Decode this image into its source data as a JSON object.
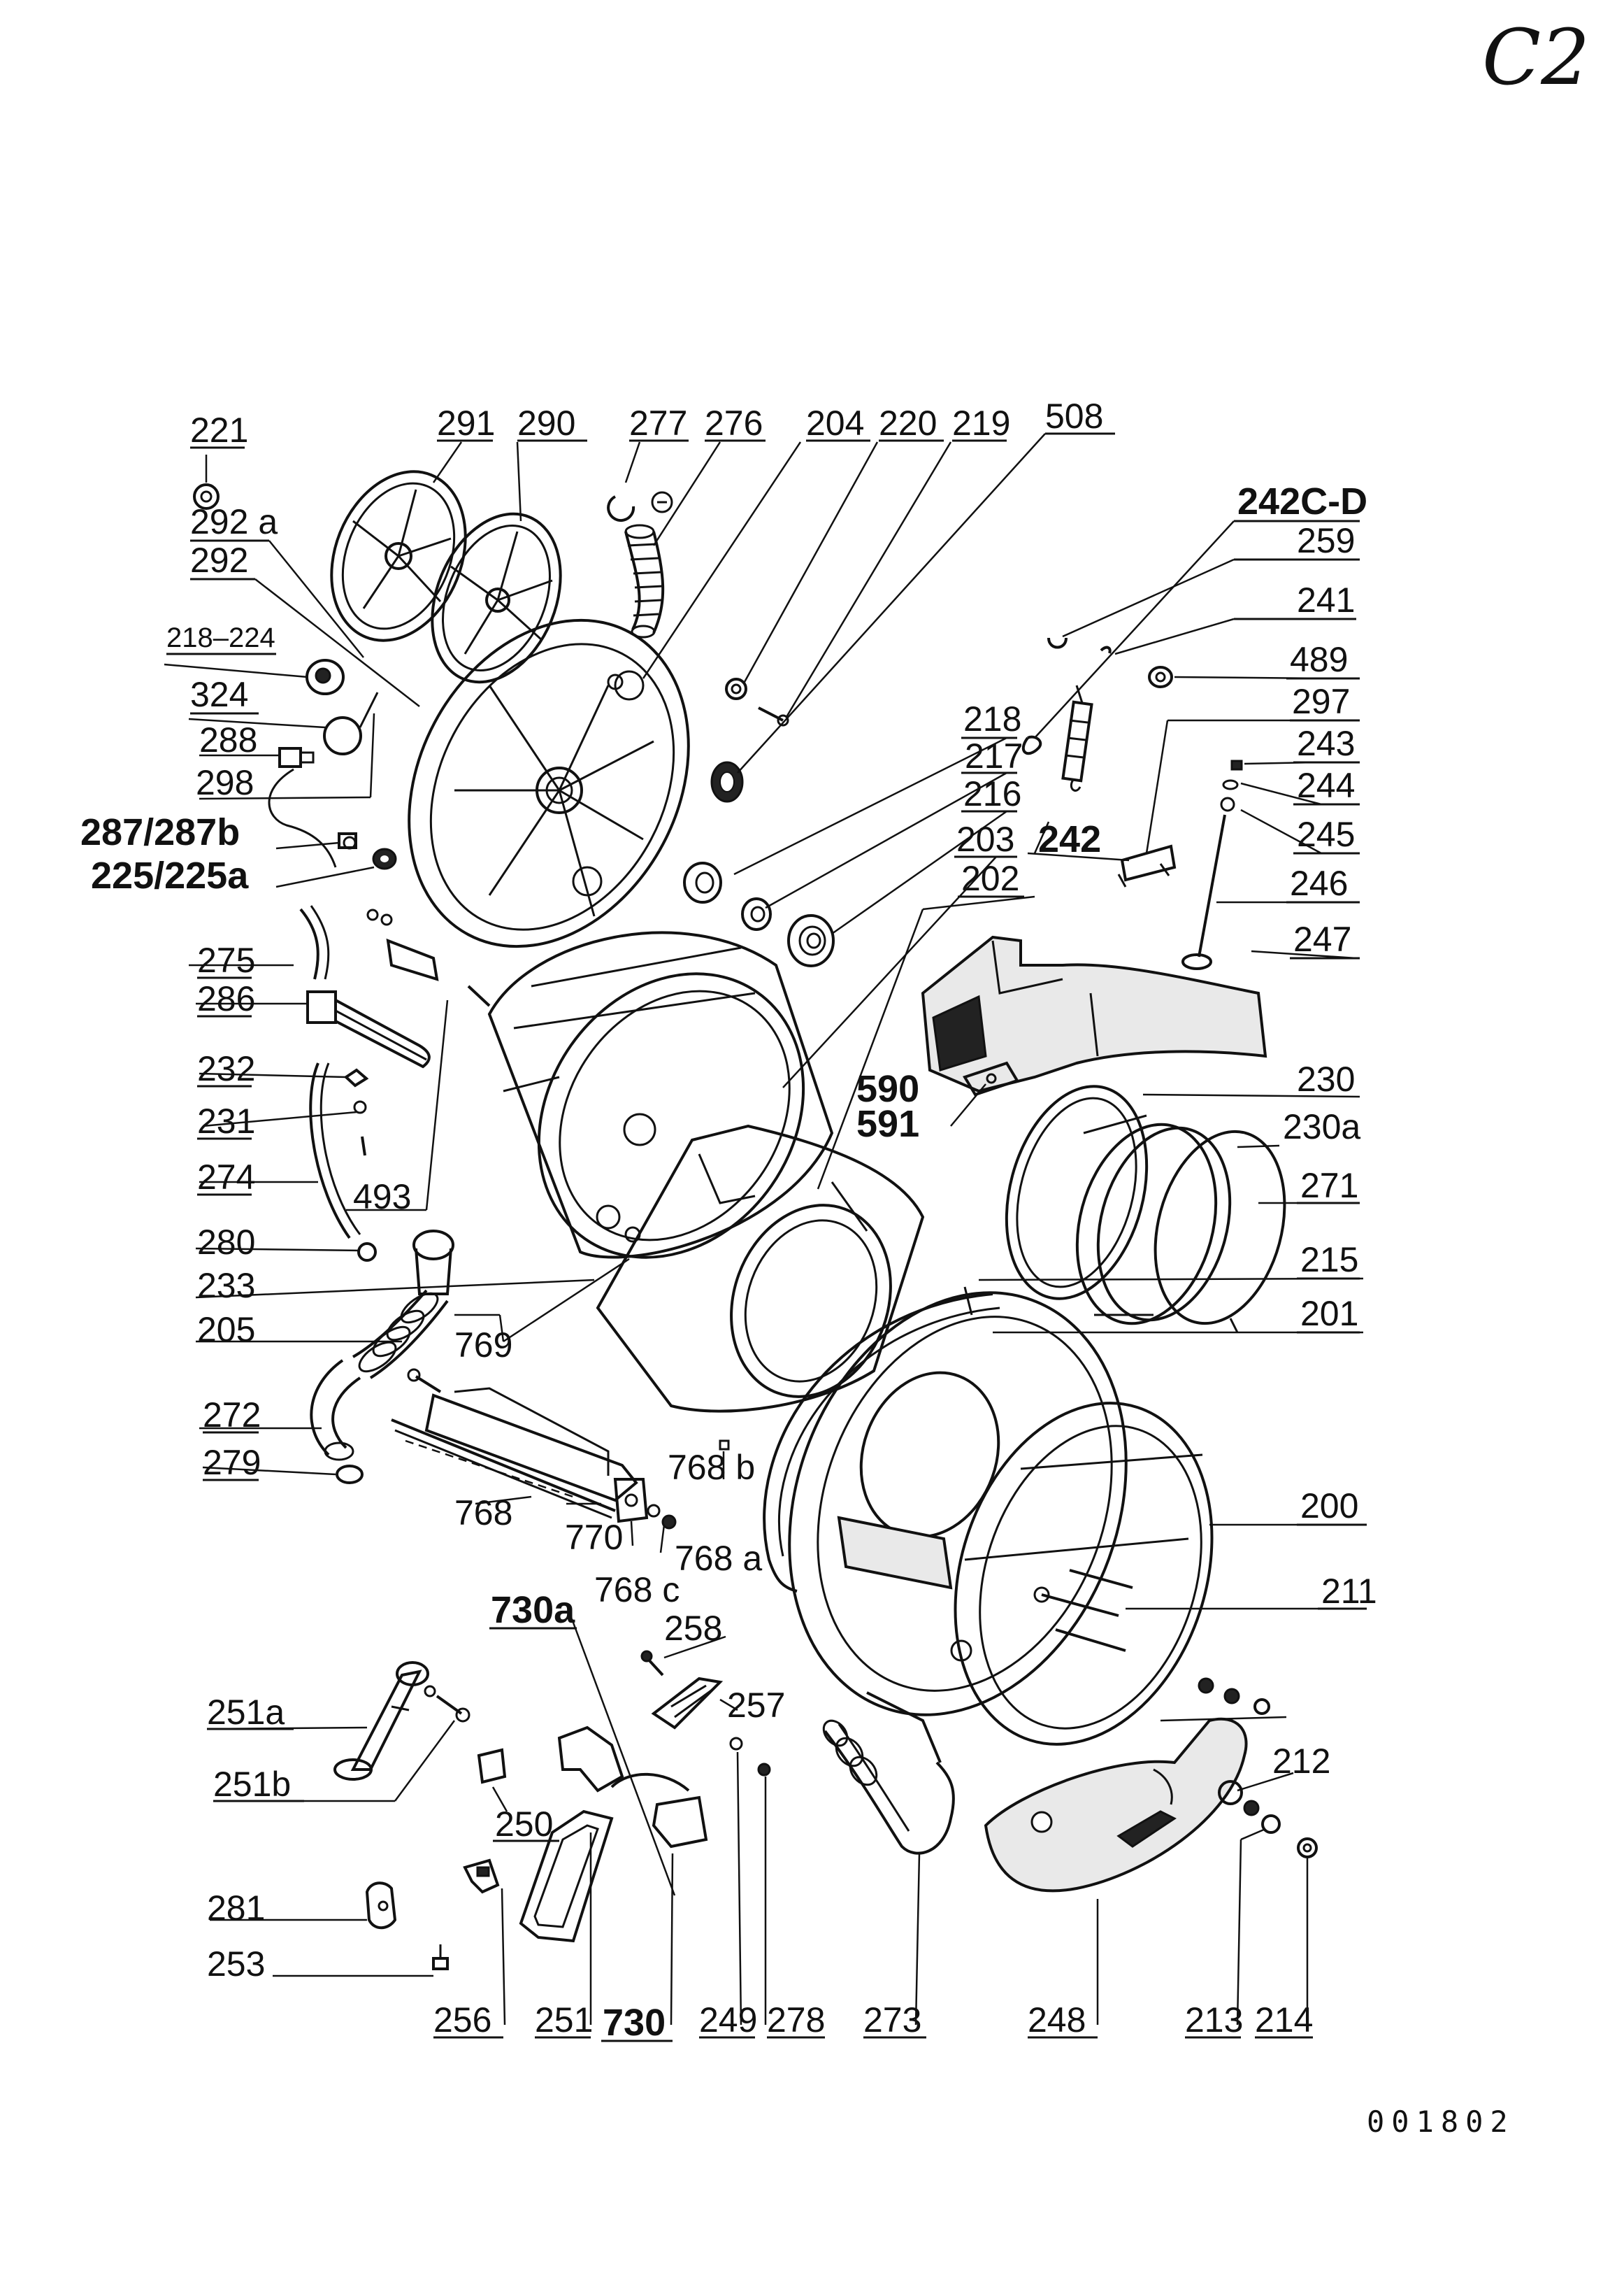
{
  "sheet": {
    "corner_mark": "C2",
    "drawing_number": "001802"
  },
  "labels": {
    "l221": "221",
    "l291": "291",
    "l290": "290",
    "l277": "277",
    "l276": "276",
    "l204": "204",
    "l220": "220",
    "l219": "219",
    "l508": "508",
    "l242cd": "242C-D",
    "l259": "259",
    "l241": "241",
    "l489": "489",
    "l297": "297",
    "l243": "243",
    "l244": "244",
    "l245": "245",
    "l246": "246",
    "l247": "247",
    "l292a": "292 a",
    "l292": "292",
    "l218_224": "218–224",
    "l324": "324",
    "l288": "288",
    "l298": "298",
    "l287": "287/287b",
    "l225": "225/225a",
    "l218": "218",
    "l217": "217",
    "l216": "216",
    "l203": "203",
    "l242": "242",
    "l202": "202",
    "l275": "275",
    "l286": "286",
    "l232": "232",
    "l231": "231",
    "l274": "274",
    "l493": "493",
    "l280": "280",
    "l233": "233",
    "l205": "205",
    "l769": "769",
    "l272": "272",
    "l279": "279",
    "l590": "590",
    "l591": "591",
    "l230": "230",
    "l230a": "230a",
    "l271": "271",
    "l215": "215",
    "l201": "201",
    "l200": "200",
    "l211": "211",
    "l768": "768",
    "l770": "770",
    "l768b": "768 b",
    "l768a": "768 a",
    "l768c": "768 c",
    "l730a": "730a",
    "l258": "258",
    "l257": "257",
    "l251a": "251a",
    "l251b": "251b",
    "l250": "250",
    "l212": "212",
    "l281": "281",
    "l253": "253",
    "l256": "256",
    "l251": "251",
    "l730": "730",
    "l249": "249",
    "l278": "278",
    "l273": "273",
    "l248": "248",
    "l213": "213",
    "l214": "214"
  }
}
